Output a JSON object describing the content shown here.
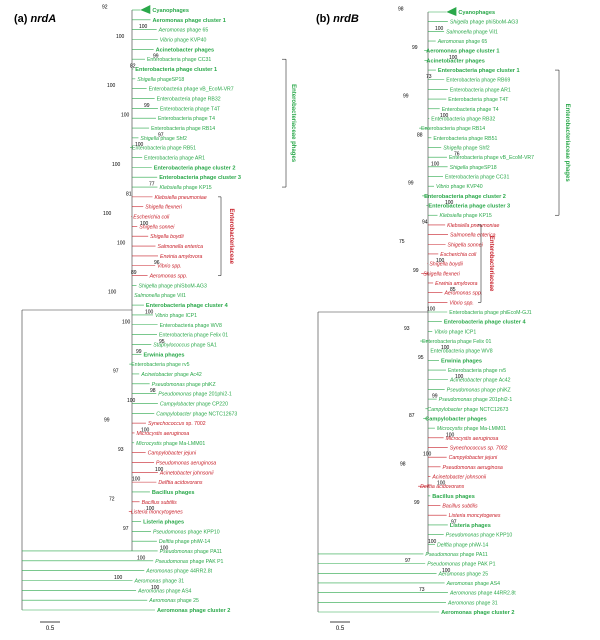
{
  "colors": {
    "green": "#2aa84a",
    "red": "#c8202a",
    "black": "#000000"
  },
  "panels": [
    {
      "label": "(a)",
      "gene": "nrdA",
      "scale_label": "0.5",
      "groups": [
        {
          "text": "Enterobacteriaceae phages",
          "color": "green"
        },
        {
          "text": "Enterobacteriaceae",
          "color": "red"
        }
      ],
      "leaves": [
        {
          "text": "Cyanophages",
          "color": "green",
          "style": "bold"
        },
        {
          "text": "Aeromonas phage cluster 1",
          "color": "green",
          "style": "bold"
        },
        {
          "text": "Aeromonas phage 65",
          "color": "green",
          "style": "it2"
        },
        {
          "text": "Vibrio phage KVP40",
          "color": "green",
          "style": "it1"
        },
        {
          "text": "Acinetobacter phages",
          "color": "green",
          "style": "bold"
        },
        {
          "text": "Enterobacteria phage CC31",
          "color": "green",
          "style": "plain"
        },
        {
          "text": "Enterobacteria phage cluster 1",
          "color": "green",
          "style": "bold"
        },
        {
          "text": "Shigella phageSP18",
          "color": "green",
          "style": "it1"
        },
        {
          "text": "Enterobacteria phage vB_EcoM-VR7",
          "color": "green",
          "style": "plain"
        },
        {
          "text": "Enterobacteria phage RB32",
          "color": "green",
          "style": "plain"
        },
        {
          "text": "Enterobacteria phage T4T",
          "color": "green",
          "style": "plain"
        },
        {
          "text": "Enterobacteria phage T4",
          "color": "green",
          "style": "plain"
        },
        {
          "text": "Enterobacteria phage RB14",
          "color": "green",
          "style": "plain"
        },
        {
          "text": "Shigella phage Shf2",
          "color": "green",
          "style": "it1"
        },
        {
          "text": "Enterobacteria phage RB51",
          "color": "green",
          "style": "plain"
        },
        {
          "text": "Enterobacteria phage AR1",
          "color": "green",
          "style": "plain"
        },
        {
          "text": "Enterobacteria phage cluster 2",
          "color": "green",
          "style": "bold"
        },
        {
          "text": "Enterobacteria phage cluster 3",
          "color": "green",
          "style": "bold"
        },
        {
          "text": "Klebsiella phage KP15",
          "color": "green",
          "style": "it1"
        },
        {
          "text": "Klebsiella pneumoniae",
          "color": "red",
          "style": "ital"
        },
        {
          "text": "Shigella flexneri",
          "color": "red",
          "style": "ital"
        },
        {
          "text": "Escherichia coli",
          "color": "red",
          "style": "ital"
        },
        {
          "text": "Shigella sonnei",
          "color": "red",
          "style": "ital"
        },
        {
          "text": "Shigella boydii",
          "color": "red",
          "style": "ital"
        },
        {
          "text": "Salmonella enterica",
          "color": "red",
          "style": "ital"
        },
        {
          "text": "Erwinia amylovora",
          "color": "red",
          "style": "ital"
        },
        {
          "text": "Vibrio spp.",
          "color": "red",
          "style": "ital"
        },
        {
          "text": "Aeromonas spp.",
          "color": "red",
          "style": "ital"
        },
        {
          "text": "Shigella phage phiSboM-AG3",
          "color": "green",
          "style": "it1"
        },
        {
          "text": "Salmonella phage ViI1",
          "color": "green",
          "style": "it1"
        },
        {
          "text": "Enterobacteria phage cluster 4",
          "color": "green",
          "style": "bold"
        },
        {
          "text": "Vibrio phage ICP1",
          "color": "green",
          "style": "it1"
        },
        {
          "text": "Enterobacteria phage WV8",
          "color": "green",
          "style": "plain"
        },
        {
          "text": "Enterobacteria phage Felix 01",
          "color": "green",
          "style": "plain"
        },
        {
          "text": "Staphylococcus phage SA1",
          "color": "green",
          "style": "it1"
        },
        {
          "text": "Erwinia phages",
          "color": "green",
          "style": "bold"
        },
        {
          "text": "Enterobacteria phage rv5",
          "color": "green",
          "style": "plain"
        },
        {
          "text": "Acinetobacter phage Ac42",
          "color": "green",
          "style": "it1"
        },
        {
          "text": "Pseudomonas phage phiKZ",
          "color": "green",
          "style": "it1"
        },
        {
          "text": "Pseudomonas phage 201phi2-1",
          "color": "green",
          "style": "it1"
        },
        {
          "text": "Campylobacter phage CP220",
          "color": "green",
          "style": "it1"
        },
        {
          "text": "Campylobacter phage NCTC12673",
          "color": "green",
          "style": "it1"
        },
        {
          "text": "Synechococcus sp. 7002",
          "color": "red",
          "style": "it1"
        },
        {
          "text": "Microcystis aeruginosa",
          "color": "red",
          "style": "ital"
        },
        {
          "text": "Microcystis phage Ma-LMM01",
          "color": "green",
          "style": "it1"
        },
        {
          "text": "Campylobacter jejuni",
          "color": "red",
          "style": "ital"
        },
        {
          "text": "Pseudomonas aeruginosa",
          "color": "red",
          "style": "ital"
        },
        {
          "text": "Acinetobacter johnsonii",
          "color": "red",
          "style": "ital"
        },
        {
          "text": "Delftia acidovorans",
          "color": "red",
          "style": "ital"
        },
        {
          "text": "Bacillus phages",
          "color": "green",
          "style": "bold"
        },
        {
          "text": "Bacillus subtilis",
          "color": "red",
          "style": "ital"
        },
        {
          "text": "Listeria moncytogenes",
          "color": "red",
          "style": "ital"
        },
        {
          "text": "Listeria phages",
          "color": "green",
          "style": "bold"
        },
        {
          "text": "Pseudomonas phage KPP10",
          "color": "green",
          "style": "it1"
        },
        {
          "text": "Delftia phage phiW-14",
          "color": "green",
          "style": "it1"
        },
        {
          "text": "Pseudomonas phage PA11",
          "color": "green",
          "style": "it1"
        },
        {
          "text": "Pseudomonas phage PAK P1",
          "color": "green",
          "style": "it1"
        },
        {
          "text": "Aeromonas phage 44RR2.8t",
          "color": "green",
          "style": "it1"
        },
        {
          "text": "Aeromonas phage 31",
          "color": "green",
          "style": "it1"
        },
        {
          "text": "Aeromonas phage AS4",
          "color": "green",
          "style": "it1"
        },
        {
          "text": "Aeromonas phage 25",
          "color": "green",
          "style": "it1"
        },
        {
          "text": "Aeromonas phage cluster 2",
          "color": "green",
          "style": "bold"
        }
      ],
      "bootstrap": [
        "92",
        "100",
        "100",
        "99",
        "82",
        "100",
        "99",
        "100",
        "97",
        "100",
        "100",
        "77",
        "81",
        "100",
        "100",
        "100",
        "96",
        "89",
        "100",
        "100",
        "100",
        "95",
        "99",
        "97",
        "98",
        "100",
        "99",
        "100",
        "93",
        "100",
        "100",
        "72",
        "100",
        "97",
        "100",
        "100",
        "100",
        "100"
      ]
    },
    {
      "label": "(b)",
      "gene": "nrdB",
      "scale_label": "0.5",
      "groups": [
        {
          "text": "Enterobacteriaceae phages",
          "color": "green"
        },
        {
          "text": "Enterobacteriaceae",
          "color": "red"
        }
      ],
      "leaves": [
        {
          "text": "Cyanophages",
          "color": "green",
          "style": "bold"
        },
        {
          "text": "Shigella phage phiSboM-AG3",
          "color": "green",
          "style": "it1"
        },
        {
          "text": "Salmonella phage ViI1",
          "color": "green",
          "style": "it1"
        },
        {
          "text": "Aeromonas phage 65",
          "color": "green",
          "style": "it1"
        },
        {
          "text": "Aeromonas phage cluster 1",
          "color": "green",
          "style": "bold"
        },
        {
          "text": "Acinetobacter phages",
          "color": "green",
          "style": "bold"
        },
        {
          "text": "Enterobacteria phage cluster 1",
          "color": "green",
          "style": "bold"
        },
        {
          "text": "Enterobacteria phage RB69",
          "color": "green",
          "style": "plain"
        },
        {
          "text": "Enterobacteria phage AR1",
          "color": "green",
          "style": "plain"
        },
        {
          "text": "Enterobacteria phage T4T",
          "color": "green",
          "style": "plain"
        },
        {
          "text": "Enterobacteria phage T4",
          "color": "green",
          "style": "plain"
        },
        {
          "text": "Enterobacteria phage RB32",
          "color": "green",
          "style": "plain"
        },
        {
          "text": "Enterobacteria phage RB14",
          "color": "green",
          "style": "plain"
        },
        {
          "text": "Enterobacteria phage RB51",
          "color": "green",
          "style": "plain"
        },
        {
          "text": "Shigella phage Shf2",
          "color": "green",
          "style": "it1"
        },
        {
          "text": "Enterobacteria phage vB_EcoM-VR7",
          "color": "green",
          "style": "plain"
        },
        {
          "text": "Shigella phageSP18",
          "color": "green",
          "style": "it1"
        },
        {
          "text": "Enterobacteria phage CC31",
          "color": "green",
          "style": "plain"
        },
        {
          "text": "Vibrio phage KVP40",
          "color": "green",
          "style": "it1"
        },
        {
          "text": "Enterobacteria phage cluster 2",
          "color": "green",
          "style": "bold"
        },
        {
          "text": "Enterobacteria phage cluster 3",
          "color": "green",
          "style": "bold"
        },
        {
          "text": "Klebsiella phage KP15",
          "color": "green",
          "style": "it1"
        },
        {
          "text": "Klebsiella pneumoniae",
          "color": "red",
          "style": "ital"
        },
        {
          "text": "Salmonella enterica",
          "color": "red",
          "style": "ital"
        },
        {
          "text": "Shigella sonnei",
          "color": "red",
          "style": "ital"
        },
        {
          "text": "Escherichia coli",
          "color": "red",
          "style": "ital"
        },
        {
          "text": "Shigella boydii",
          "color": "red",
          "style": "ital"
        },
        {
          "text": "Shigella flexneri",
          "color": "red",
          "style": "ital"
        },
        {
          "text": "Erwinia amylovora",
          "color": "red",
          "style": "ital"
        },
        {
          "text": "Aeromonas spp.",
          "color": "red",
          "style": "ital"
        },
        {
          "text": "Vibrio spp.",
          "color": "red",
          "style": "ital"
        },
        {
          "text": "Enterobacteria phage phiEcoM-GJ1",
          "color": "green",
          "style": "plain"
        },
        {
          "text": "Enterobacteria phage cluster 4",
          "color": "green",
          "style": "bold"
        },
        {
          "text": "Vibrio phage ICP1",
          "color": "green",
          "style": "it1"
        },
        {
          "text": "Enterobacteria phage Felix 01",
          "color": "green",
          "style": "plain"
        },
        {
          "text": "Enterobacteria phage WV8",
          "color": "green",
          "style": "plain"
        },
        {
          "text": "Erwinia phages",
          "color": "green",
          "style": "bold"
        },
        {
          "text": "Enterobacteria phage rv5",
          "color": "green",
          "style": "plain"
        },
        {
          "text": "Acinetobacter phage Ac42",
          "color": "green",
          "style": "it1"
        },
        {
          "text": "Pseudomonas phage phiKZ",
          "color": "green",
          "style": "it1"
        },
        {
          "text": "Pseudomonas phage 201phi2-1",
          "color": "green",
          "style": "it1"
        },
        {
          "text": "Campylobacter phage NCTC12673",
          "color": "green",
          "style": "it1"
        },
        {
          "text": "Campylobacter phages",
          "color": "green",
          "style": "bold"
        },
        {
          "text": "Microcystis phage Ma-LMM01",
          "color": "green",
          "style": "it1"
        },
        {
          "text": "Microcystis aeruginosa",
          "color": "red",
          "style": "ital"
        },
        {
          "text": "Synechococcus sp. 7002",
          "color": "red",
          "style": "ital"
        },
        {
          "text": "Campylobacter jejuni",
          "color": "red",
          "style": "ital"
        },
        {
          "text": "Pseudomonas aeruginosa",
          "color": "red",
          "style": "ital"
        },
        {
          "text": "Acinetobacter johnsonii",
          "color": "red",
          "style": "ital"
        },
        {
          "text": "Delftia acidovorans",
          "color": "red",
          "style": "ital"
        },
        {
          "text": "Bacillus phages",
          "color": "green",
          "style": "bold"
        },
        {
          "text": "Bacillus subtilis",
          "color": "red",
          "style": "ital"
        },
        {
          "text": "Listeria moncytogenes",
          "color": "red",
          "style": "ital"
        },
        {
          "text": "Listeria phages",
          "color": "green",
          "style": "bold"
        },
        {
          "text": "Pseudomonas phage KPP10",
          "color": "green",
          "style": "it1"
        },
        {
          "text": "Delftia phage phiW-14",
          "color": "green",
          "style": "it1"
        },
        {
          "text": "Pseudomonas phage PA11",
          "color": "green",
          "style": "it1"
        },
        {
          "text": "Pseudomonas phage PAK P1",
          "color": "green",
          "style": "it1"
        },
        {
          "text": "Aeromonas phage 25",
          "color": "green",
          "style": "it1"
        },
        {
          "text": "Aeromonas phage AS4",
          "color": "green",
          "style": "it1"
        },
        {
          "text": "Aeromonas phage 44RR2.8t",
          "color": "green",
          "style": "it1"
        },
        {
          "text": "Aeromonas phage 31",
          "color": "green",
          "style": "it1"
        },
        {
          "text": "Aeromonas phage cluster 2",
          "color": "green",
          "style": "bold"
        }
      ],
      "bootstrap": [
        "98",
        "100",
        "99",
        "100",
        "73",
        "99",
        "100",
        "88",
        "76",
        "100",
        "99",
        "100",
        "94",
        "75",
        "100",
        "99",
        "85",
        "100",
        "93",
        "100",
        "95",
        "100",
        "99",
        "87",
        "100",
        "100",
        "98",
        "100",
        "99",
        "97",
        "100",
        "97",
        "100",
        "73"
      ]
    }
  ]
}
